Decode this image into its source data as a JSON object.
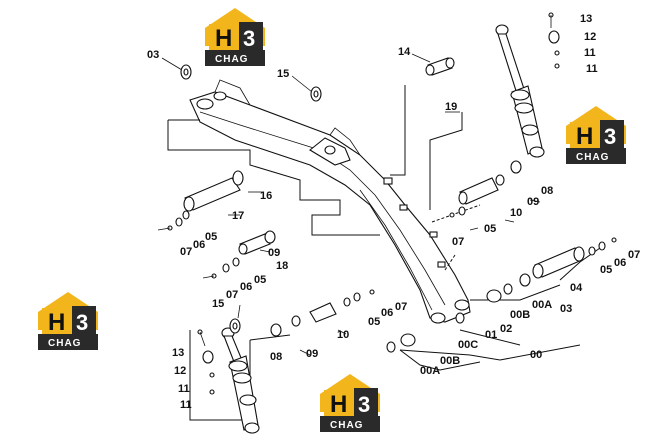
{
  "watermark": {
    "mark": "H",
    "digit": "3",
    "word": "CHAG",
    "colors": {
      "yellow": "#f2b51b",
      "dark": "#2a2a2a",
      "white": "#ffffff"
    }
  },
  "callouts": {
    "c03": "03",
    "c15a": "15",
    "c14": "14",
    "c13a": "13",
    "c12a": "12",
    "c11a": "11",
    "c11b": "11",
    "c19": "19",
    "c08a": "08",
    "c09a": "09",
    "c10a": "10",
    "c05a": "05",
    "c07a": "07",
    "c16": "16",
    "c17": "17",
    "c05b": "05",
    "c06a": "06",
    "c07b": "07",
    "c09b": "09",
    "c18": "18",
    "c05c": "05",
    "c06b": "06",
    "c07c": "07",
    "c15b": "15",
    "c10b": "10",
    "c05d": "05",
    "c06c": "06",
    "c07d": "07",
    "c08b": "08",
    "c09c": "09",
    "c07e": "07",
    "c06d": "06",
    "c05e": "05",
    "c04": "04",
    "c03b": "03",
    "c00a1": "00A",
    "c02": "02",
    "c00b1": "00B",
    "c01": "01",
    "c00c": "00C",
    "c00b2": "00B",
    "c00a2": "00A",
    "c00": "00",
    "c13b": "13",
    "c12b": "12",
    "c11c": "11",
    "c11d": "11"
  }
}
